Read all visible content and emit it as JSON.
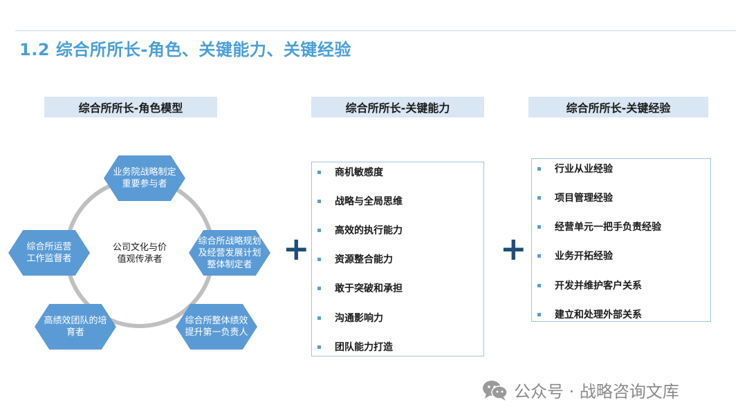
{
  "page": {
    "title": "1.2 综合所所长-角色、关键能力、关键经验"
  },
  "headers": {
    "role_model": "综合所所长-角色模型",
    "key_abilities": "综合所所长-关键能力",
    "key_experience": "综合所所长-关键经验"
  },
  "role_cycle": {
    "center": [
      "公司文化与价",
      "值观传承者"
    ],
    "nodes": [
      {
        "lines": [
          "业务院战略制定",
          "重要参与者"
        ]
      },
      {
        "lines": [
          "综合所战略规划",
          "及经营发展计划",
          "整体制定者"
        ]
      },
      {
        "lines": [
          "综合所整体绩效",
          "提升第一负责人"
        ]
      },
      {
        "lines": [
          "高绩效团队的培",
          "育者"
        ]
      },
      {
        "lines": [
          "综合所运营",
          "工作监督者"
        ]
      }
    ]
  },
  "key_abilities": [
    "商机敏感度",
    "战略与全局思维",
    "高效的执行能力",
    "资源整合能力",
    "敢于突破和承担",
    "沟通影响力",
    "团队能力打造"
  ],
  "key_experience": [
    "行业从业经验",
    "项目管理经验",
    "经营单元一把手负责经验",
    "业务开拓经验",
    "开发并维护客户关系",
    "建立和处理外部关系"
  ],
  "operators": {
    "plus": "+"
  },
  "watermark": {
    "text": "公众号 · 战略咨询文库"
  },
  "colors": {
    "title": "#4a9fd6",
    "header_bg": "#d9e6f3",
    "hexagon": "#5b9bd5",
    "ring": "#bfbfbf",
    "plus": "#1f4e79",
    "box_border": "#9dc3e6",
    "bullet": "#5b9bd5"
  }
}
